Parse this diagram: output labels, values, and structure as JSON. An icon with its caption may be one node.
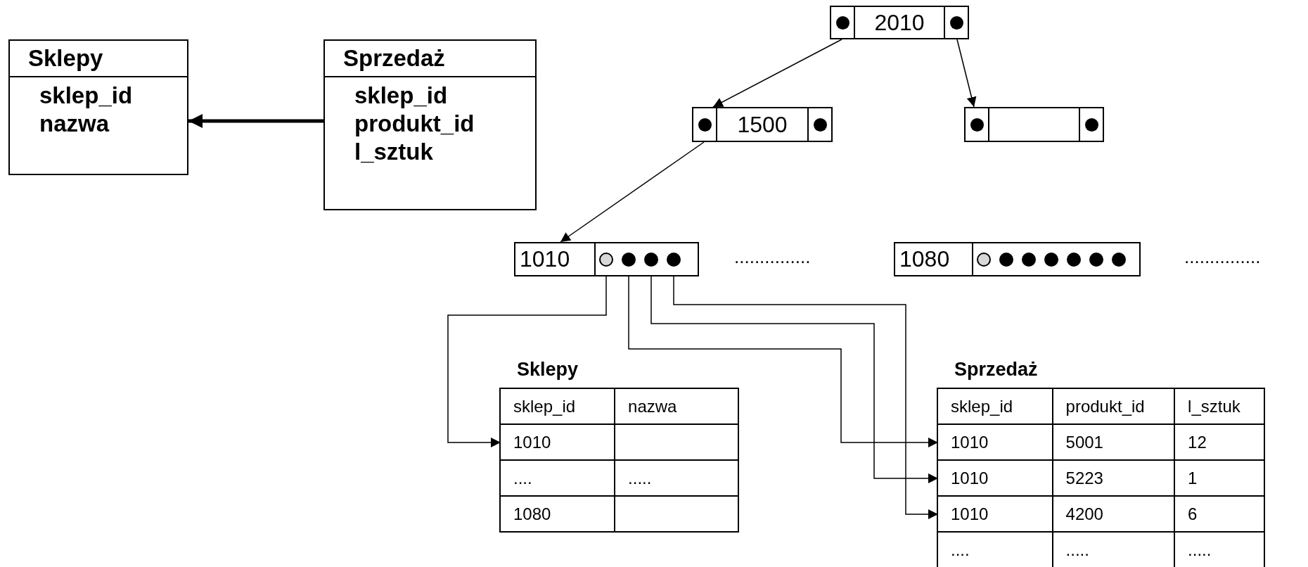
{
  "diagram": {
    "nodes": [
      {
        "text": [
          "Sklepy",
          "sklep_id",
          "nazwa"
        ]
      },
      {
        "text": [
          "Sprzedaż",
          "sklep_id",
          "produkt_id",
          "l_sztuk"
        ]
      },
      {
        "text": [
          "2010"
        ]
      },
      {
        "text": [
          "1500"
        ]
      },
      {
        "text": [],
        "shape": "box"
      },
      {
        "text": [
          "1010"
        ]
      },
      {
        "text": [
          "1080"
        ]
      },
      {
        "text": [
          "Sklepy"
        ]
      },
      {
        "text": [
          "sklep_id",
          "nazwa"
        ],
        "in": 7
      },
      {
        "text": [
          "1010"
        ],
        "in": 7
      },
      {
        "text": [
          "....",
          "....."
        ],
        "in": 7
      },
      {
        "text": [
          "1080"
        ],
        "in": 7
      },
      {
        "text": [
          "Sprzedaż"
        ]
      },
      {
        "text": [
          "sklep_id",
          "produkt_id",
          "l_sztuk"
        ],
        "in": 12
      },
      {
        "text": [
          "1010",
          "5001",
          "12"
        ],
        "in": 12
      },
      {
        "text": [
          "1010",
          "5223",
          "1"
        ],
        "in": 12
      },
      {
        "text": [
          "1010",
          "4200",
          "6"
        ],
        "in": 12
      },
      {
        "text": [
          "....",
          ".....",
          "....."
        ],
        "in": 12
      }
    ],
    "edges": [
      {
        "from": 1,
        "to": 0,
        "arrow": "to",
        "style": "thick"
      },
      {
        "from": 2,
        "to": 3,
        "arrow": "to"
      },
      {
        "from": 2,
        "to": 4,
        "arrow": "to"
      },
      {
        "from": 3,
        "to": 5,
        "arrow": "to"
      },
      {
        "from": 5,
        "to": 9,
        "arrow": "to"
      },
      {
        "from": 5,
        "to": 14,
        "arrow": "to"
      },
      {
        "from": 5,
        "to": 15,
        "arrow": "to"
      },
      {
        "from": 5,
        "to": 16,
        "arrow": "to"
      }
    ],
    "labels": [
      "...............",
      "..............."
    ]
  }
}
